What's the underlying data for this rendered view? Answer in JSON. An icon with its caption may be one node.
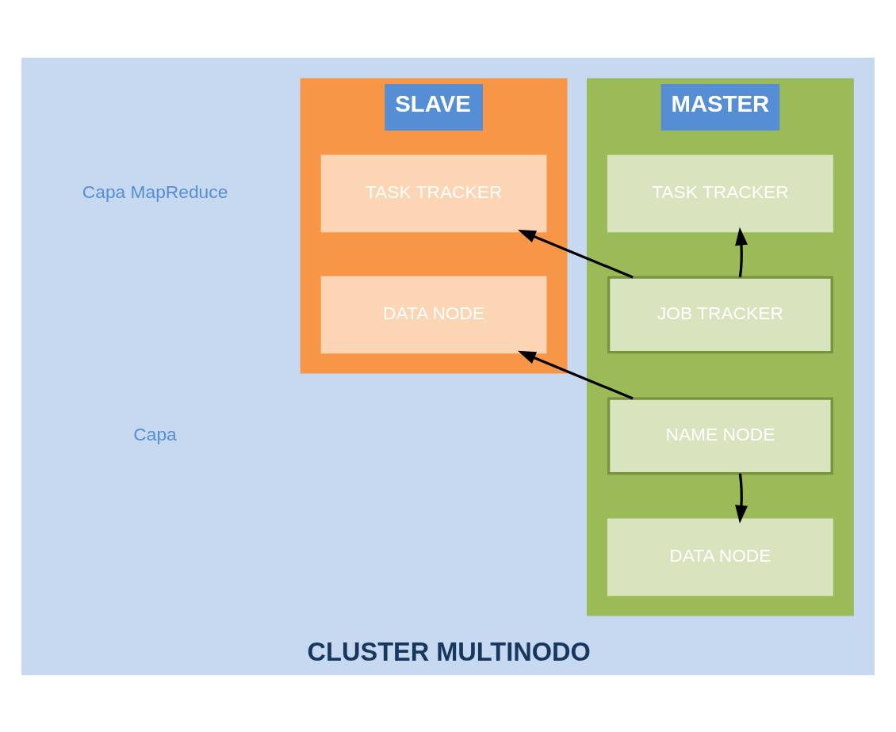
{
  "diagram": {
    "nodes": [
      {
        "text": [
          "CLUSTER MULTINODO"
        ]
      },
      {
        "text": [
          "MASTER"
        ],
        "in": 0
      },
      {
        "text": [
          "TASK TRACKER"
        ],
        "in": 1
      },
      {
        "text": [
          "JOB TRACKER"
        ],
        "in": 1
      },
      {
        "text": [
          "NAME NODE"
        ],
        "in": 1
      },
      {
        "text": [
          "DATA NODE"
        ],
        "in": 1
      },
      {
        "text": [
          "SLAVE"
        ],
        "in": 0
      },
      {
        "text": [
          "TASK TRACKER"
        ],
        "in": 6
      },
      {
        "text": [
          "DATA NODE"
        ],
        "in": 6
      }
    ],
    "edges": [
      {
        "from": 3,
        "to": 2,
        "arrow": "to"
      },
      {
        "from": 3,
        "to": 7,
        "arrow": "to"
      },
      {
        "from": 4,
        "to": 5,
        "arrow": "to"
      },
      {
        "from": 4,
        "to": 8,
        "arrow": "to"
      }
    ],
    "labels": [
      "Capa MapReduce",
      "Capa"
    ]
  }
}
